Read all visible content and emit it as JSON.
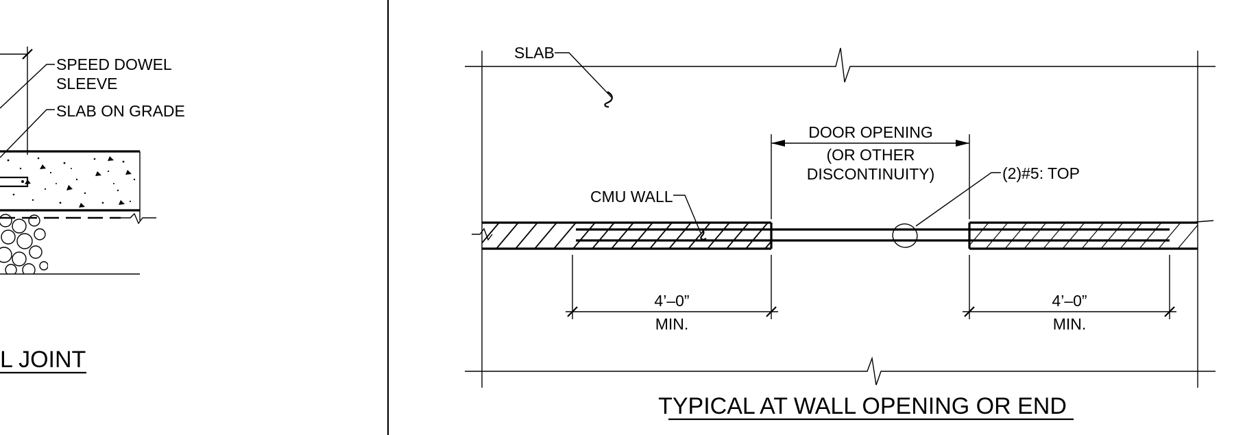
{
  "left_detail": {
    "labels": {
      "speed_dowel_1": "SPEED DOWEL",
      "speed_dowel_2": "SLEEVE",
      "slab_on_grade": "SLAB ON GRADE",
      "title_fragment": "L  JOINT"
    }
  },
  "right_detail": {
    "title": "TYPICAL  AT  WALL  OPENING  OR  END",
    "labels": {
      "slab": "SLAB",
      "cmu_wall": "CMU  WALL",
      "door_opening_1": "DOOR  OPENING",
      "door_opening_2": "(OR  OTHER",
      "door_opening_3": "DISCONTINUITY)",
      "rebar": "(2)#5:  TOP"
    },
    "dimensions": {
      "left_value": "4’–0”",
      "left_note": "MIN.",
      "right_value": "4’–0”",
      "right_note": "MIN."
    }
  }
}
